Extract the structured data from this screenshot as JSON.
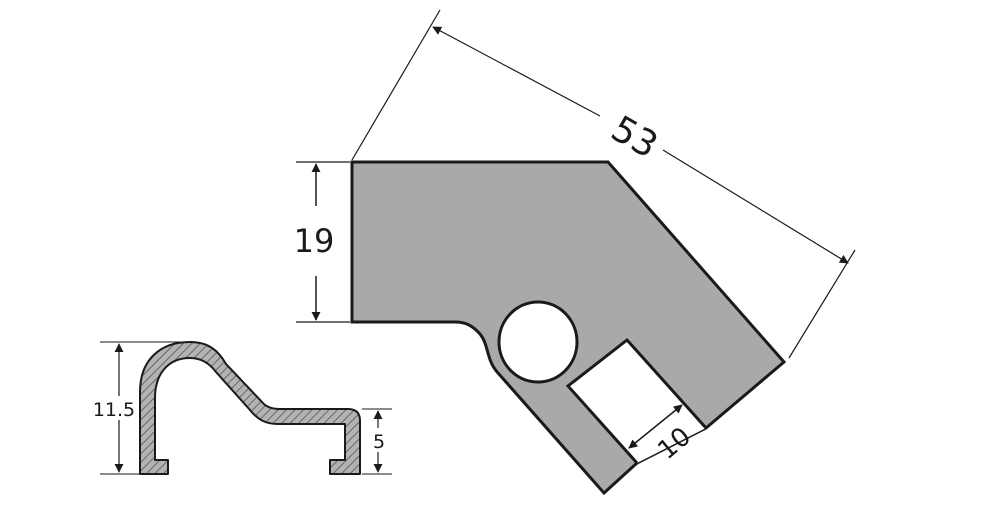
{
  "colors": {
    "part_fill": "#a9a9a9",
    "outline": "#1a1a1a",
    "profile_hatch": "#555555",
    "profile_fill": "#b3b3b3",
    "background": "#ffffff"
  },
  "main_part": {
    "dim_length": "53",
    "dim_height": "19",
    "dim_slot_width": "10"
  },
  "profile": {
    "dim_height": "11.5",
    "dim_step": "5"
  }
}
